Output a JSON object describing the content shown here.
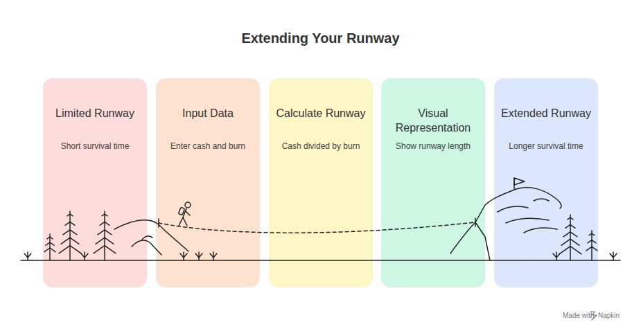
{
  "diagram": {
    "title": "Extending Your Runway",
    "nodes": [
      {
        "text": [
          "Limited Runway",
          "Short survival time"
        ]
      },
      {
        "text": [
          "Input Data",
          "Enter cash and burn"
        ]
      },
      {
        "text": [
          "Calculate Runway",
          "Cash divided by burn"
        ]
      },
      {
        "text": [
          "Visual Representation",
          "Show runway length"
        ]
      },
      {
        "text": [
          "Extended Runway",
          "Longer survival time"
        ]
      }
    ],
    "labels": [
      "Made with",
      "Napkin"
    ]
  }
}
